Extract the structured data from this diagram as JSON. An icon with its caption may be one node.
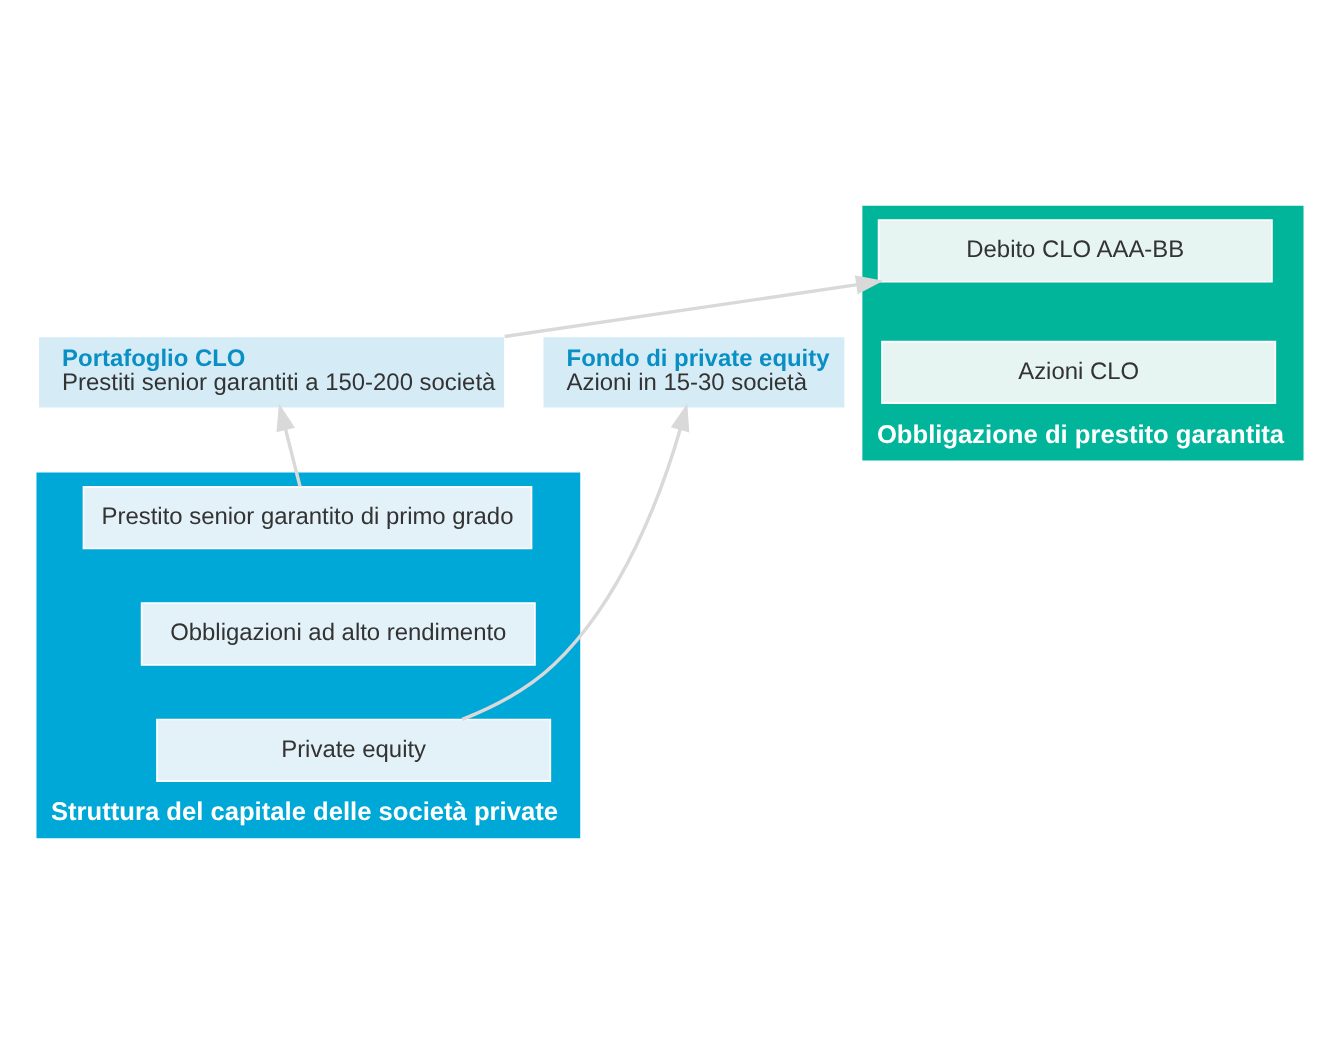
{
  "diagram": {
    "nodes": [
      {
        "text": [
          "Obbligazione di prestito garantita"
        ]
      },
      {
        "text": [
          "Debito CLO AAA-BB"
        ],
        "in": 0
      },
      {
        "text": [
          "Azioni CLO"
        ],
        "in": 0
      },
      {
        "text": [
          "Fondo di private equity",
          "Azioni in 15-30 società"
        ]
      },
      {
        "text": [
          "Portafoglio CLO",
          "Prestiti senior garantiti a 150-200 società"
        ]
      },
      {
        "text": [
          "Struttura del capitale delle società private"
        ]
      },
      {
        "text": [
          "Prestito senior garantito di primo grado"
        ],
        "in": 5
      },
      {
        "text": [
          "Obbligazioni ad alto rendimento"
        ],
        "in": 5
      },
      {
        "text": [
          "Private equity"
        ],
        "in": 5
      }
    ],
    "edges": [
      {
        "from": 8,
        "to": 3,
        "arrow": "to"
      },
      {
        "from": 6,
        "to": 4,
        "arrow": "to"
      },
      {
        "from": 4,
        "to": 1,
        "arrow": "to"
      }
    ]
  }
}
